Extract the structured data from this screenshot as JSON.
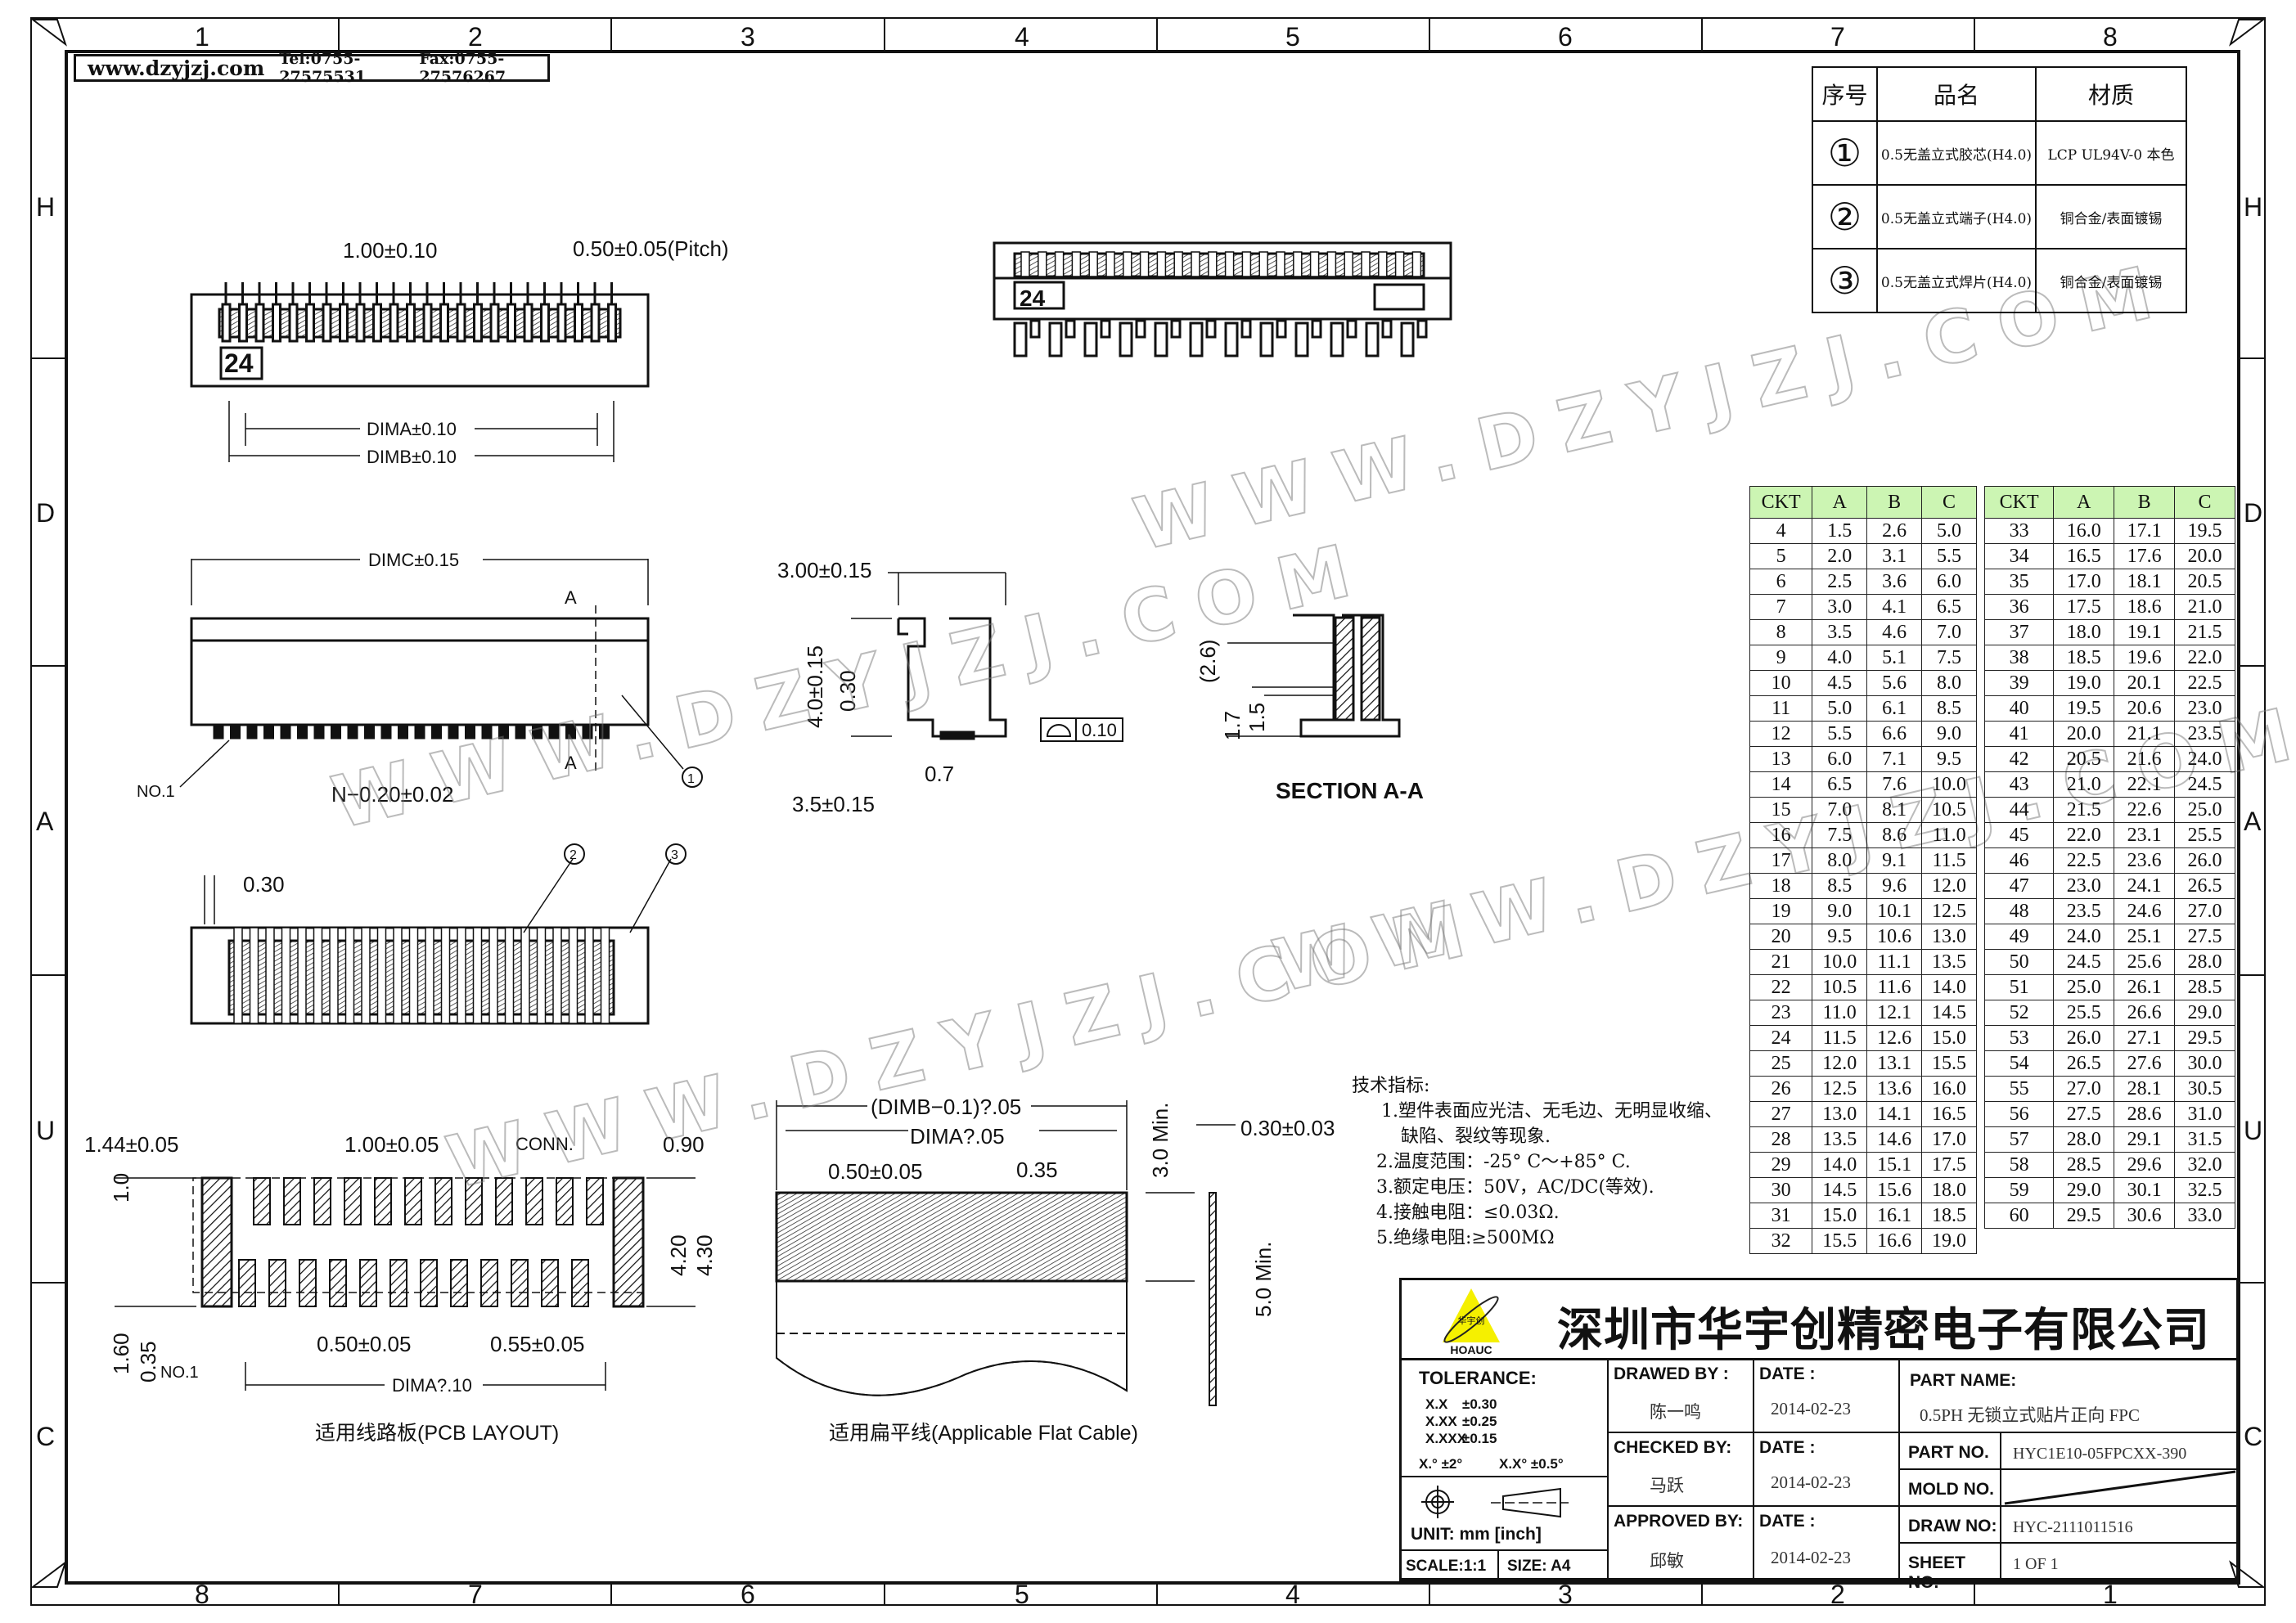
{
  "header": {
    "site": "www.dzyjzj.com",
    "tel": "Tel:0755-27575531",
    "fax": "Fax:0755-27576267"
  },
  "frame": {
    "columns_top": [
      "1",
      "2",
      "3",
      "4",
      "5",
      "6",
      "7",
      "8"
    ],
    "columns_bottom": [
      "8",
      "7",
      "6",
      "5",
      "4",
      "3",
      "2",
      "1"
    ],
    "rows": [
      "H",
      "D",
      "A",
      "U",
      "C"
    ]
  },
  "parts_table": {
    "headers": [
      "序号",
      "品名",
      "材质"
    ],
    "rows": [
      {
        "no": "①",
        "name": "0.5无盖立式胶芯(H4.0)",
        "material": "LCP  UL94V-0 本色"
      },
      {
        "no": "②",
        "name": "0.5无盖立式端子(H4.0)",
        "material": "铜合金/表面镀锡"
      },
      {
        "no": "③",
        "name": "0.5无盖立式焊片(H4.0)",
        "material": "铜合金/表面镀锡"
      }
    ]
  },
  "ckt_table": {
    "headers": [
      "CKT",
      "A",
      "B",
      "C"
    ],
    "header_color": "#ccf5b3",
    "left": [
      [
        "4",
        "1.5",
        "2.6",
        "5.0"
      ],
      [
        "5",
        "2.0",
        "3.1",
        "5.5"
      ],
      [
        "6",
        "2.5",
        "3.6",
        "6.0"
      ],
      [
        "7",
        "3.0",
        "4.1",
        "6.5"
      ],
      [
        "8",
        "3.5",
        "4.6",
        "7.0"
      ],
      [
        "9",
        "4.0",
        "5.1",
        "7.5"
      ],
      [
        "10",
        "4.5",
        "5.6",
        "8.0"
      ],
      [
        "11",
        "5.0",
        "6.1",
        "8.5"
      ],
      [
        "12",
        "5.5",
        "6.6",
        "9.0"
      ],
      [
        "13",
        "6.0",
        "7.1",
        "9.5"
      ],
      [
        "14",
        "6.5",
        "7.6",
        "10.0"
      ],
      [
        "15",
        "7.0",
        "8.1",
        "10.5"
      ],
      [
        "16",
        "7.5",
        "8.6",
        "11.0"
      ],
      [
        "17",
        "8.0",
        "9.1",
        "11.5"
      ],
      [
        "18",
        "8.5",
        "9.6",
        "12.0"
      ],
      [
        "19",
        "9.0",
        "10.1",
        "12.5"
      ],
      [
        "20",
        "9.5",
        "10.6",
        "13.0"
      ],
      [
        "21",
        "10.0",
        "11.1",
        "13.5"
      ],
      [
        "22",
        "10.5",
        "11.6",
        "14.0"
      ],
      [
        "23",
        "11.0",
        "12.1",
        "14.5"
      ],
      [
        "24",
        "11.5",
        "12.6",
        "15.0"
      ],
      [
        "25",
        "12.0",
        "13.1",
        "15.5"
      ],
      [
        "26",
        "12.5",
        "13.6",
        "16.0"
      ],
      [
        "27",
        "13.0",
        "14.1",
        "16.5"
      ],
      [
        "28",
        "13.5",
        "14.6",
        "17.0"
      ],
      [
        "29",
        "14.0",
        "15.1",
        "17.5"
      ],
      [
        "30",
        "14.5",
        "15.6",
        "18.0"
      ],
      [
        "31",
        "15.0",
        "16.1",
        "18.5"
      ],
      [
        "32",
        "15.5",
        "16.6",
        "19.0"
      ]
    ],
    "right": [
      [
        "33",
        "16.0",
        "17.1",
        "19.5"
      ],
      [
        "34",
        "16.5",
        "17.6",
        "20.0"
      ],
      [
        "35",
        "17.0",
        "18.1",
        "20.5"
      ],
      [
        "36",
        "17.5",
        "18.6",
        "21.0"
      ],
      [
        "37",
        "18.0",
        "19.1",
        "21.5"
      ],
      [
        "38",
        "18.5",
        "19.6",
        "22.0"
      ],
      [
        "39",
        "19.0",
        "20.1",
        "22.5"
      ],
      [
        "40",
        "19.5",
        "20.6",
        "23.0"
      ],
      [
        "41",
        "20.0",
        "21.1",
        "23.5"
      ],
      [
        "42",
        "20.5",
        "21.6",
        "24.0"
      ],
      [
        "43",
        "21.0",
        "22.1",
        "24.5"
      ],
      [
        "44",
        "21.5",
        "22.6",
        "25.0"
      ],
      [
        "45",
        "22.0",
        "23.1",
        "25.5"
      ],
      [
        "46",
        "22.5",
        "23.6",
        "26.0"
      ],
      [
        "47",
        "23.0",
        "24.1",
        "26.5"
      ],
      [
        "48",
        "23.5",
        "24.6",
        "27.0"
      ],
      [
        "49",
        "24.0",
        "25.1",
        "27.5"
      ],
      [
        "50",
        "24.5",
        "25.6",
        "28.0"
      ],
      [
        "51",
        "25.0",
        "26.1",
        "28.5"
      ],
      [
        "52",
        "25.5",
        "26.6",
        "29.0"
      ],
      [
        "53",
        "26.0",
        "27.1",
        "29.5"
      ],
      [
        "54",
        "26.5",
        "27.6",
        "30.0"
      ],
      [
        "55",
        "27.0",
        "28.1",
        "30.5"
      ],
      [
        "56",
        "27.5",
        "28.6",
        "31.0"
      ],
      [
        "57",
        "28.0",
        "29.1",
        "31.5"
      ],
      [
        "58",
        "28.5",
        "29.6",
        "32.0"
      ],
      [
        "59",
        "29.0",
        "30.1",
        "32.5"
      ],
      [
        "60",
        "29.5",
        "30.6",
        "33.0"
      ]
    ]
  },
  "specs": {
    "title": "技术指标:",
    "items": [
      "1.塑件表面应光洁、无毛边、无明显收缩、",
      "缺陷、裂纹等现象.",
      "2.温度范围：-25° C～+85° C.",
      "3.额定电压：50V，AC/DC(等效).",
      "4.接触电阻：≤0.03Ω.",
      "5.绝缘电阻:≥500MΩ"
    ]
  },
  "dims": {
    "top_pitch_1": "1.00±0.10",
    "top_pitch_2": "0.50±0.05(Pitch)",
    "dim_a": "DIMA±0.10",
    "dim_b": "DIMB±0.10",
    "pin_count": "24",
    "dim_c": "DIMC±0.15",
    "section_mark": "A",
    "no1": "NO.1",
    "n_width": "N−0.20±0.02",
    "bubble_1": "1",
    "bubble_2": "2",
    "bubble_3": "3",
    "bottom_030": "0.30",
    "side_300": "3.00±0.15",
    "side_40": "4.0±0.15",
    "side_030": "0.30",
    "side_07": "0.7",
    "flatness": "0.10",
    "side_35": "3.5±0.15",
    "sec_26": "(2.6)",
    "sec_17": "1.7",
    "sec_15": "1.5",
    "section_title": "SECTION A-A",
    "pcb_144": "1.44±0.05",
    "pcb_100": "1.00±0.05",
    "pcb_conn": "CONN.",
    "pcb_090": "0.90",
    "pcb_10": "1.0",
    "pcb_420": "4.20",
    "pcb_430": "4.30",
    "pcb_160": "1.60",
    "pcb_035": "0.35",
    "pcb_no1": "NO.1",
    "pcb_050": "0.50±0.05",
    "pcb_055": "0.55±0.05",
    "pcb_dima": "DIMA?.10",
    "pcb_caption": "适用线路板(PCB LAYOUT)",
    "fpc_dimb": "(DIMB−0.1)?.05",
    "fpc_dima": "DIMA?.05",
    "fpc_050": "0.50±0.05",
    "fpc_035": "0.35",
    "fpc_30min": "3.0 Min.",
    "fpc_thk": "0.30±0.03",
    "fpc_50min": "5.0 Min.",
    "fpc_caption": "适用扁平线(Applicable Flat Cable)"
  },
  "watermark": "WWW.DZYJZJ.COM",
  "title_block": {
    "logo_text": "HOAUC",
    "logo_cn": "华宇创",
    "company": "深圳市华宇创精密电子有限公司",
    "tolerance_label": "TOLERANCE:",
    "tolerances": [
      [
        "X.X",
        "±0.30"
      ],
      [
        "X.XX",
        "±0.25"
      ],
      [
        "X.XXX",
        "±0.15"
      ]
    ],
    "angles": [
      "X.° ±2°",
      "X.X° ±0.5°"
    ],
    "unit": "UNIT:  mm  [inch]",
    "scale": "SCALE:1:1",
    "size": "SIZE:  A4",
    "drawed_label": "DRAWED  BY :",
    "drawed_by": "陈一鸣",
    "checked_label": "CHECKED  BY:",
    "checked_by": "马跃",
    "approved_label": "APPROVED  BY:",
    "approved_by": "邱敏",
    "date_label": "DATE  :",
    "date1": "2014-02-23",
    "date2": "2014-02-23",
    "date3": "2014-02-23",
    "part_name_label": "PART  NAME:",
    "part_name": "0.5PH 无锁立式贴片正向 FPC",
    "part_no_label": "PART  NO.",
    "part_no": "HYC1E10-05FPCXX-390",
    "mold_no_label": "MOLD  NO.",
    "draw_no_label": "DRAW  NO:",
    "draw_no": "HYC-2111011516",
    "sheet_no_label": "SHEET  NO.",
    "sheet_no": "1  OF  1"
  }
}
